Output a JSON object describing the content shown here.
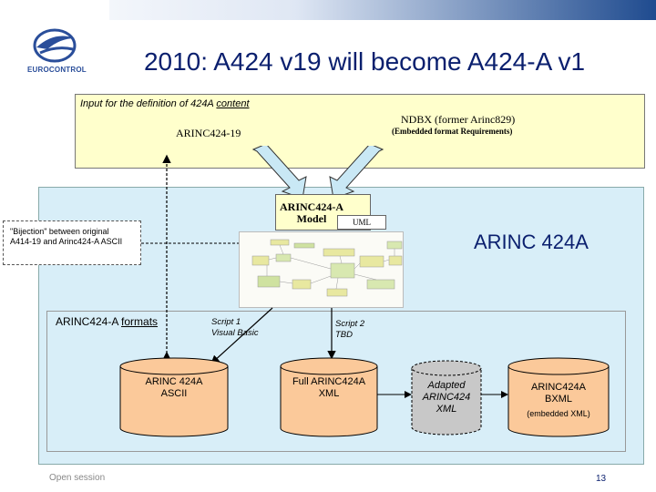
{
  "slide": {
    "title": "2010: A424 v19 will become A424-A v1",
    "logo_text": "EUROCONTROL",
    "footer_left": "Open session",
    "page_number": "13"
  },
  "input_box": {
    "label_prefix": "Input for the definition of 424A ",
    "label_underlined": "content",
    "arinc19": "ARINC424-19",
    "ndbx": "NDBX (former Arinc829)",
    "ndbx_sub": "(Embedded format Requirements)"
  },
  "model": {
    "line1": "ARINC424-A",
    "line2": "Model",
    "uml": "UML"
  },
  "main": {
    "big_label": "ARINC 424A",
    "bijection_line1": "\"Bijection\" between original",
    "bijection_line2": "A414-19 and Arinc424-A ASCII",
    "formats_prefix": "ARINC424-A ",
    "formats_underlined": "formats",
    "script1_line1": "Script 1",
    "script1_line2": "Visual Basic",
    "script2_line1": "Script 2",
    "script2_line2": "TBD"
  },
  "cylinders": [
    {
      "line1": "ARINC 424A",
      "line2": "ASCII",
      "line3": ""
    },
    {
      "line1": "Full ARINC424A",
      "line2": "XML",
      "line3": ""
    },
    {
      "line1": "Adapted",
      "line2": "ARINC424",
      "line3": "XML"
    },
    {
      "line1": "ARINC424A",
      "line2": "BXML",
      "line3": "(embedded XML)"
    }
  ],
  "colors": {
    "title": "#0a1f6e",
    "input_box": "#ffffcc",
    "main_box": "#d8eef8",
    "cylinder": "#fbc99a",
    "adapted_cylinder": "#c8c8c8",
    "arrow": "#c9e8f5"
  }
}
